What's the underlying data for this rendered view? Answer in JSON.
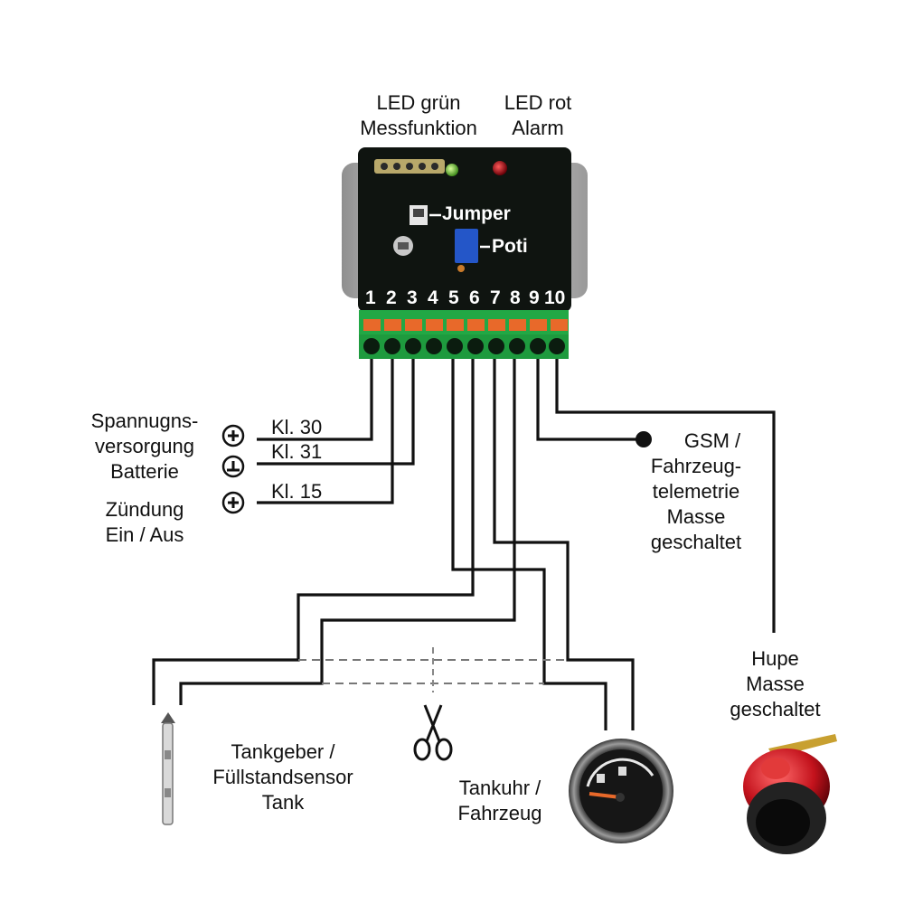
{
  "module": {
    "led_green": {
      "line1": "LED grün",
      "line2": "Messfunktion"
    },
    "led_red": {
      "line1": "LED rot",
      "line2": "Alarm"
    },
    "jumper_label": "Jumper",
    "poti_label": "Poti",
    "terminals": [
      "1",
      "2",
      "3",
      "4",
      "5",
      "6",
      "7",
      "8",
      "9",
      "10"
    ]
  },
  "power": {
    "battery": {
      "line1": "Spannugns-",
      "line2": "versorgung",
      "line3": "Batterie"
    },
    "ignition": {
      "line1": "Zündung",
      "line2": "Ein / Aus"
    },
    "kl30": "Kl. 30",
    "kl31": "Kl. 31",
    "kl15": "Kl. 15"
  },
  "gsm": {
    "line1": "GSM /",
    "line2": "Fahrzeug-",
    "line3": "telemetrie",
    "line4": "Masse",
    "line5": "geschaltet"
  },
  "horn": {
    "line1": "Hupe",
    "line2": "Masse",
    "line3": "geschaltet"
  },
  "sensor": {
    "line1": "Tankgeber /",
    "line2": "Füllstandsensor",
    "line3": "Tank"
  },
  "gauge": {
    "line1": "Tankuhr /",
    "line2": "Fahrzeug"
  },
  "colors": {
    "terminal_green": "#22a845",
    "terminal_orange": "#e8692a",
    "led_green": "#7bd43a",
    "led_red": "#c0141e",
    "poti_blue": "#2456c8",
    "horn_red": "#c3121c"
  },
  "icons": [
    "plus-terminal-icon",
    "ground-terminal-icon",
    "scissors-icon"
  ]
}
